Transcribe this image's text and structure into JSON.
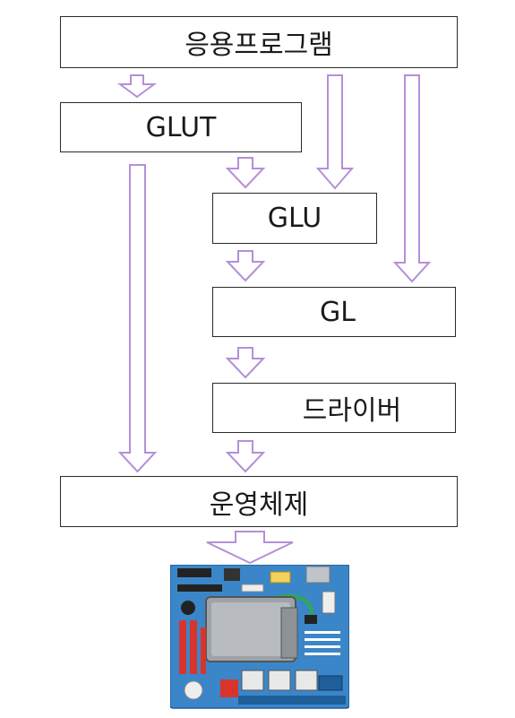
{
  "layers": {
    "app": "응용프로그램",
    "glut": "GLUT",
    "glu": "GLU",
    "gl": "GL",
    "driver": "드라이버",
    "os": "운영체제"
  },
  "colors": {
    "arrow_stroke": "#b48fd8",
    "arrow_fill": "#ffffff",
    "box_border": "#2a2a2a",
    "board_blue": "#3a86c9"
  },
  "arrows": [
    {
      "from": "app",
      "to": "glut"
    },
    {
      "from": "app",
      "to": "glu"
    },
    {
      "from": "app",
      "to": "gl"
    },
    {
      "from": "glut",
      "to": "glu"
    },
    {
      "from": "glut",
      "to": "os"
    },
    {
      "from": "glu",
      "to": "gl"
    },
    {
      "from": "gl",
      "to": "driver"
    },
    {
      "from": "driver",
      "to": "os"
    },
    {
      "from": "os",
      "to": "hardware"
    }
  ],
  "hardware_image": "circuit-board"
}
